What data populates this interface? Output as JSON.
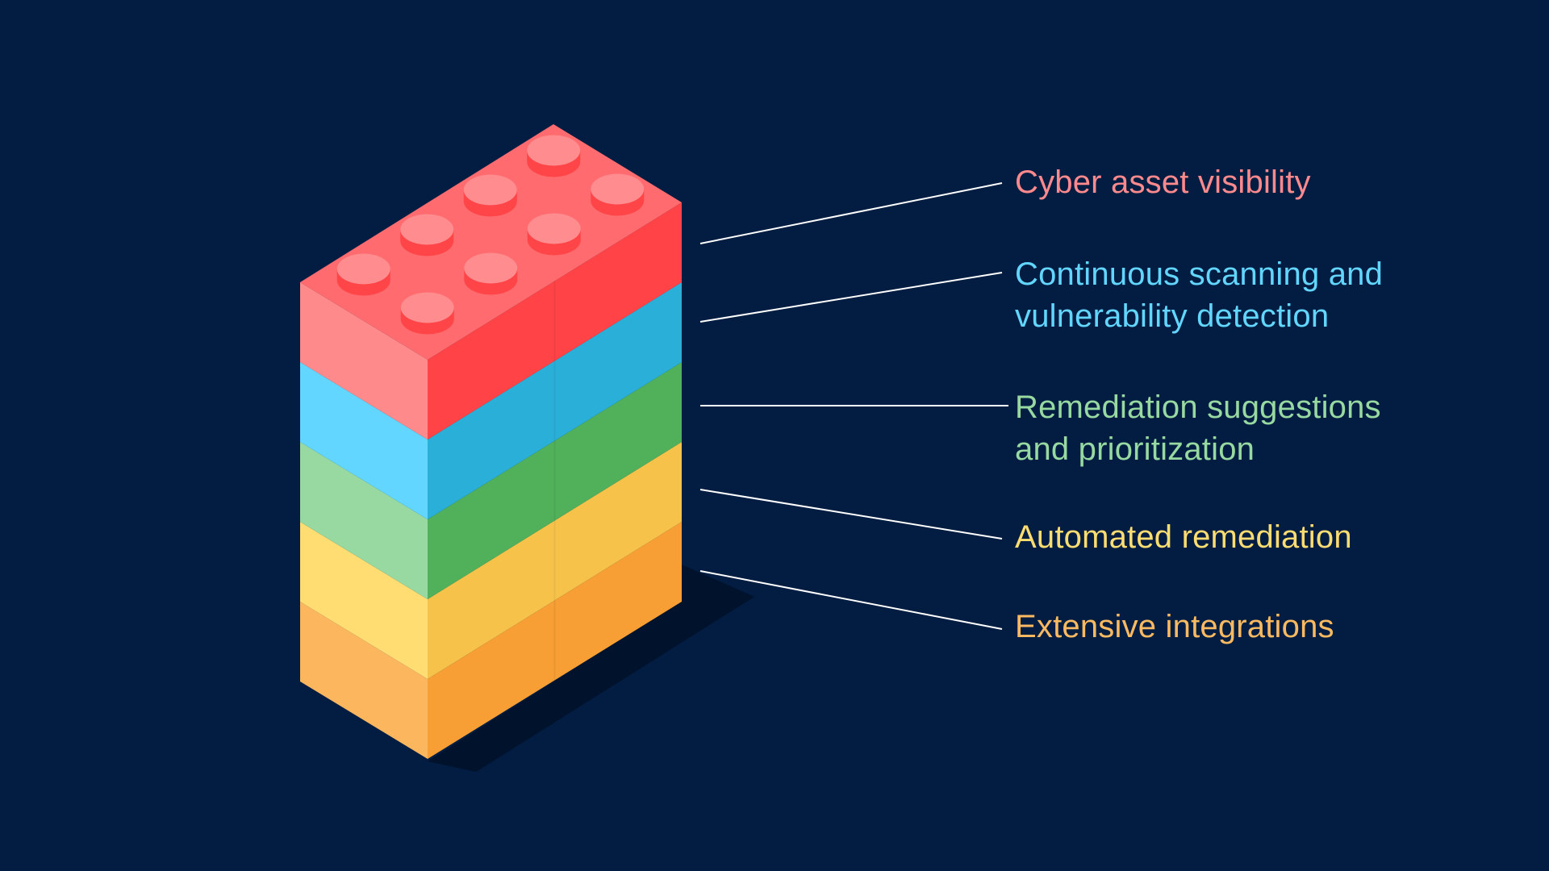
{
  "background": "#021d41",
  "leader_line_color": "#ffffff",
  "stud_layout": "2x4",
  "layers": [
    {
      "key": "top",
      "label_lines": [
        "Cyber asset visibility"
      ],
      "text_color": "#ff8a8e",
      "colors": {
        "top": "#ff6b6e",
        "left": "#ff8a8c",
        "right": "#ff4346",
        "stud_top": "#ff8c8f",
        "stud_side": "#ff4548"
      }
    },
    {
      "key": "second",
      "label_lines": [
        "Continuous scanning and",
        "vulnerability detection"
      ],
      "text_color": "#62d6ff",
      "colors": {
        "left": "#62d6ff",
        "right": "#2aafd8"
      }
    },
    {
      "key": "third",
      "label_lines": [
        "Remediation suggestions",
        "and prioritization"
      ],
      "text_color": "#97d9a1",
      "colors": {
        "left": "#97d9a1",
        "right": "#51b05a"
      }
    },
    {
      "key": "fourth",
      "label_lines": [
        "Automated remediation"
      ],
      "text_color": "#ffdd72",
      "colors": {
        "left": "#ffdd72",
        "right": "#f7c24a"
      }
    },
    {
      "key": "bottom",
      "label_lines": [
        "Extensive integrations"
      ],
      "text_color": "#fbba62",
      "colors": {
        "left": "#fbb65e",
        "right": "#f79e34"
      }
    }
  ]
}
